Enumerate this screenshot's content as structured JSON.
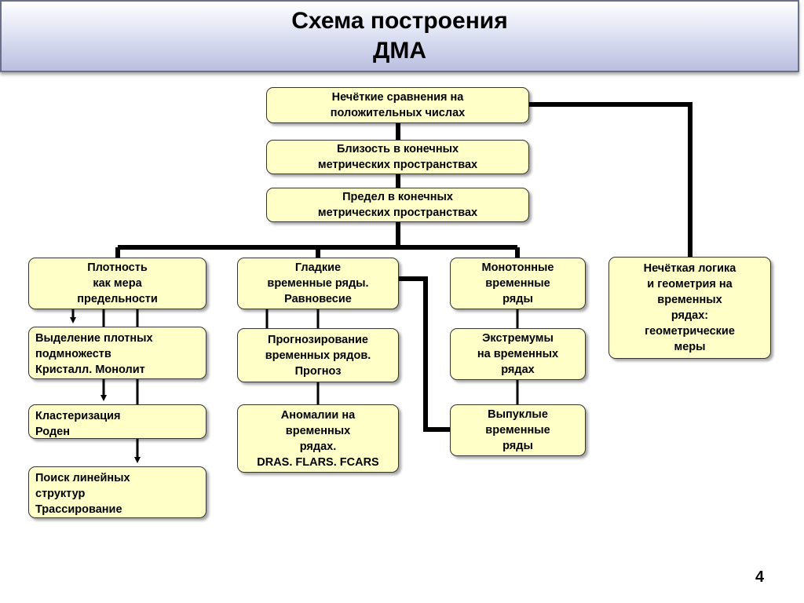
{
  "title": {
    "line1": "Схема построения",
    "line2": "ДМА"
  },
  "boxes": {
    "fuzzy_comparisons": [
      "Нечёткие сравнения на",
      "положительных числах"
    ],
    "proximity": [
      "Близость в конечных",
      "метрических пространствах"
    ],
    "limit": [
      "Предел в конечных",
      "метрических пространствах"
    ],
    "density": [
      "Плотность",
      "как мера",
      "предельности"
    ],
    "smooth_series": [
      "Гладкие",
      "временные ряды.",
      "Равновесие"
    ],
    "monotone_series": [
      "Монотонные",
      "временные",
      "ряды"
    ],
    "fuzzy_logic": [
      "Нечёткая логика",
      "и геометрия на",
      "временных",
      "рядах:",
      "геометрические",
      "меры"
    ],
    "dense_subsets": [
      "Выделение плотных",
      "подмножеств",
      "Кристалл. Монолит"
    ],
    "forecasting": [
      "Прогнозирование",
      "временных рядов.",
      "Прогноз"
    ],
    "extrema": [
      "Экстремумы",
      "на временных",
      "рядах"
    ],
    "clustering": [
      "Кластеризация",
      "Роден"
    ],
    "anomalies": [
      "Аномалии на",
      "временных",
      "рядах.",
      "DRAS. FLARS. FCARS"
    ],
    "convex_series": [
      "Выпуклые",
      "временные",
      "ряды"
    ],
    "linear_structures": [
      "Поиск линейных",
      "структур",
      "Трассирование"
    ]
  },
  "page_number": "4"
}
